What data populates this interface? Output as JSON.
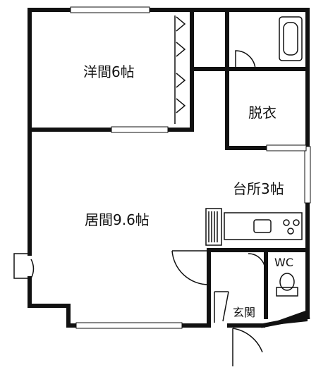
{
  "rooms": {
    "western_room": "洋間6帖",
    "living_room": "居間9.6帖",
    "dressing": "脱衣",
    "kitchen": "台所3帖",
    "wc": "WC",
    "entrance": "玄関"
  },
  "colors": {
    "wall": "#111111",
    "background": "#ffffff"
  }
}
